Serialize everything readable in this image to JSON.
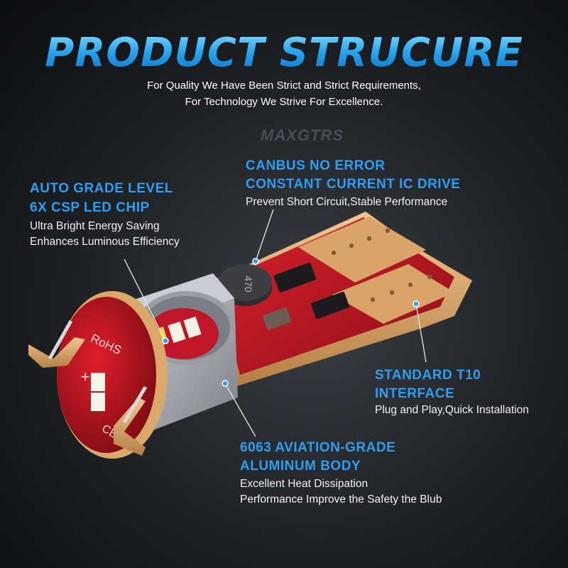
{
  "header": {
    "title": "PRODUCT STRUCURE",
    "subtitle_line1": "For Quality We Have Been Strict and Strict Requirements,",
    "subtitle_line2": "For Technology We Strive For Excellence."
  },
  "brand": "MAXGTRS",
  "features": {
    "led_chip": {
      "title_line1": "AUTO GRADE LEVEL",
      "title_line2": "6X CSP LED CHIP",
      "desc_line1": "Ultra Bright Energy Saving",
      "desc_line2": "Enhances Luminous Efficiency"
    },
    "canbus": {
      "title_line1": "CANBUS NO ERROR",
      "title_line2": "CONSTANT CURRENT IC DRIVE",
      "desc_line1": "Prevent Short Circuit,Stable Performance"
    },
    "interface": {
      "title_line1": "STANDARD T10",
      "title_line2": "INTERFACE",
      "desc_line1": "Plug and Play,Quick Installation"
    },
    "body": {
      "title_line1": "6063 AVIATION-GRADE",
      "title_line2": "ALUMINUM BODY",
      "desc_line1": "Excellent Heat Dissipation",
      "desc_line2": "Performance Improve the Safety the Blub"
    }
  },
  "product_markings": {
    "rohs": "RoHS",
    "plus": "+",
    "ce": "CE",
    "capacitor_code": "470"
  },
  "colors": {
    "accent_blue": "#2e9ef0",
    "pcb_red": "#c01824",
    "gold": "#d9a86a",
    "aluminum": "#b9bcc2"
  }
}
